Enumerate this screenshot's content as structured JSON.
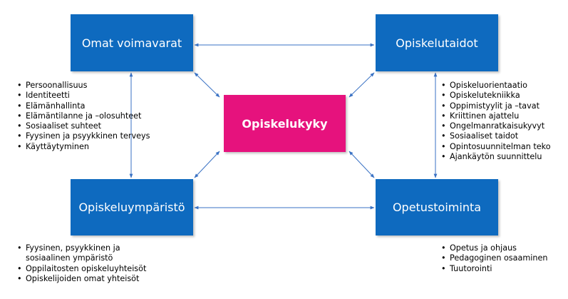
{
  "colors": {
    "blue": "#0e6abf",
    "pink": "#e6127d",
    "arrow": "#3a72c4"
  },
  "boxes": {
    "top_left": "Omat voimavarat",
    "top_right": "Opiskelutaidot",
    "bottom_left": "Opiskeluympäristö",
    "bottom_right": "Opetustoiminta",
    "center": "Opiskelukyky"
  },
  "lists": {
    "top_left": [
      "Persoonallisuus",
      "Identiteetti",
      "Elämänhallinta",
      "Elämäntilanne ja –olosuhteet",
      "Sosiaaliset suhteet",
      "Fyysinen ja psyykkinen terveys",
      "Käyttäytyminen"
    ],
    "top_right": [
      "Opiskeluorientaatio",
      "Opiskelutekniikka",
      "Oppimistyylit ja –tavat",
      "Kriittinen ajattelu",
      "Ongelmanratkaisukyvyt",
      "Sosiaaliset taidot",
      "Opintosuunnitelman teko",
      "Ajankäytön suunnittelu"
    ],
    "bottom_left": [
      "Fyysinen, psyykkinen ja sosiaalinen ympäristö",
      "Oppilaitosten opiskeluyhteisöt",
      "Opiskelijoiden omat yhteisöt"
    ],
    "bottom_right": [
      "Opetus ja ohjaus",
      "Pedagoginen osaaminen",
      "Tuutorointi"
    ]
  }
}
